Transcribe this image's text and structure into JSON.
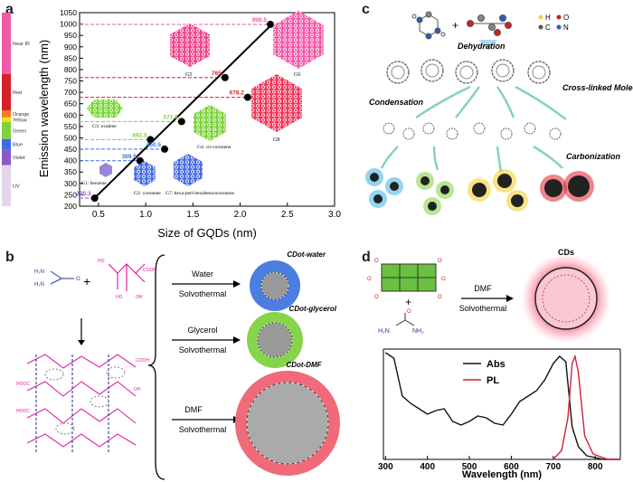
{
  "panels": {
    "a": "a",
    "b": "b",
    "c": "c",
    "d": "d"
  },
  "panel_a": {
    "ylabel": "Emission wavelength (nm)",
    "xlabel": "Size of GQDs (nm)",
    "spectrum_bands": [
      {
        "label": "Near IR",
        "color": "#f25aa7",
        "from": 780,
        "to": 1050
      },
      {
        "label": "Red",
        "color": "#d6202a",
        "from": 620,
        "to": 780
      },
      {
        "label": "Orange",
        "color": "#f47c20",
        "from": 590,
        "to": 620
      },
      {
        "label": "Yellow",
        "color": "#f0e020",
        "from": 570,
        "to": 590
      },
      {
        "label": "Green",
        "color": "#7dd33a",
        "from": 495,
        "to": 570
      },
      {
        "label": "Blue",
        "color": "#3a6fe0",
        "from": 450,
        "to": 495
      },
      {
        "label": "Violet",
        "color": "#8a5ac8",
        "from": 380,
        "to": 450
      },
      {
        "label": "UV",
        "color": "#e6d6ec",
        "from": 200,
        "to": 380
      }
    ],
    "molecule_labels": {
      "g1": "G1: benzene",
      "g2": "G2: coronene",
      "g3": "G3: ovalene",
      "g4": "G4: cir-coronene",
      "g5": "G5",
      "g6": "G6",
      "g7": "G7: hexa-peri-hexabenzocoronene",
      "g8": "G8"
    }
  },
  "chart_data": {
    "type": "scatter",
    "xlabel": "Size of GQDs (nm)",
    "ylabel": "Emission wavelength (nm)",
    "xlim": [
      0.3,
      3.0
    ],
    "ylim": [
      200,
      1050
    ],
    "xticks": [
      "0.5",
      "1.0",
      "1.5",
      "2.0",
      "2.5",
      "3.0"
    ],
    "yticks": [
      "200",
      "250",
      "300",
      "350",
      "400",
      "450",
      "500",
      "550",
      "600",
      "650",
      "700",
      "750",
      "800",
      "850",
      "900",
      "950",
      "1000",
      "1050"
    ],
    "points": [
      {
        "x": 0.46,
        "y": 235.3,
        "label": "235.3"
      },
      {
        "x": 0.94,
        "y": 399.5,
        "label": "399.5"
      },
      {
        "x": 1.2,
        "y": 450.5,
        "label": "450.5"
      },
      {
        "x": 1.05,
        "y": 492.3,
        "label": "492.3"
      },
      {
        "x": 1.38,
        "y": 571.8,
        "label": "571.8"
      },
      {
        "x": 2.08,
        "y": 678.2,
        "label": "678.2"
      },
      {
        "x": 1.84,
        "y": 765,
        "label": "765"
      },
      {
        "x": 2.32,
        "y": 998.5,
        "label": "998.5"
      }
    ],
    "fit_line": [
      [
        0.44,
        228
      ],
      [
        2.34,
        1000
      ]
    ]
  },
  "panel_b": {
    "water": "Water",
    "glycerol": "Glycerol",
    "dmf": "DMF",
    "solvothermal": "Solvothermal",
    "cdot_water": "CDot-water",
    "cdot_glycerol": "CDot-glycerol",
    "cdot_dmf": "CDot-DMF",
    "plus": "+"
  },
  "panel_c": {
    "dehydration": "Dehydration",
    "condensation": "Condensation",
    "crosslinked": "Cross-linked Molecules",
    "carbonization": "Carbonization",
    "plus": "+",
    "legend": {
      "h": "H",
      "o": "O",
      "c": "C",
      "n": "N"
    }
  },
  "panel_d": {
    "cds": "CDs",
    "dmf": "DMF",
    "solvothermal": "Solvothermal",
    "plus": "+",
    "urea_h2n": "H₂N",
    "urea_nh2": "NH₂",
    "xlabel": "Wavelength (nm)",
    "xticks": [
      "300",
      "400",
      "500",
      "600",
      "700",
      "800"
    ],
    "legend_abs": "Abs",
    "legend_pl": "PL",
    "abs_color": "#111111",
    "pl_color": "#d0203a"
  }
}
